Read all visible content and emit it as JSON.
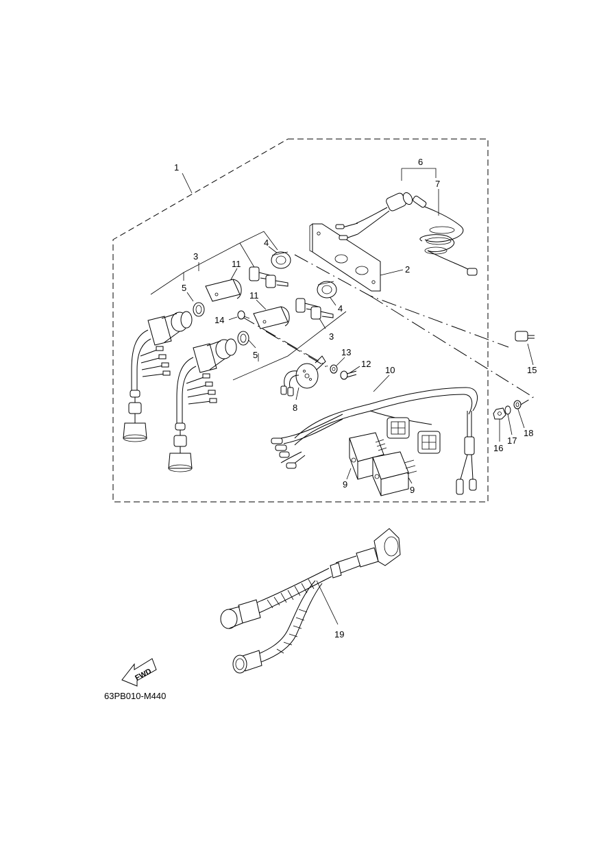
{
  "diagram": {
    "callouts": [
      {
        "id": "c1",
        "text": "1"
      },
      {
        "id": "c2",
        "text": "2"
      },
      {
        "id": "c3a",
        "text": "3"
      },
      {
        "id": "c3b",
        "text": "3"
      },
      {
        "id": "c4a",
        "text": "4"
      },
      {
        "id": "c4b",
        "text": "4"
      },
      {
        "id": "c5a",
        "text": "5"
      },
      {
        "id": "c5b",
        "text": "5"
      },
      {
        "id": "c6",
        "text": "6"
      },
      {
        "id": "c7",
        "text": "7"
      },
      {
        "id": "c8",
        "text": "8"
      },
      {
        "id": "c9a",
        "text": "9"
      },
      {
        "id": "c9b",
        "text": "9"
      },
      {
        "id": "c10",
        "text": "10"
      },
      {
        "id": "c11a",
        "text": "11"
      },
      {
        "id": "c11b",
        "text": "11"
      },
      {
        "id": "c12",
        "text": "12"
      },
      {
        "id": "c13",
        "text": "13"
      },
      {
        "id": "c14",
        "text": "14"
      },
      {
        "id": "c15",
        "text": "15"
      },
      {
        "id": "c16",
        "text": "16"
      },
      {
        "id": "c17",
        "text": "17"
      },
      {
        "id": "c18",
        "text": "18"
      },
      {
        "id": "c19",
        "text": "19"
      }
    ],
    "fwd_label": "FWD",
    "part_code": "63PB010-M440"
  }
}
